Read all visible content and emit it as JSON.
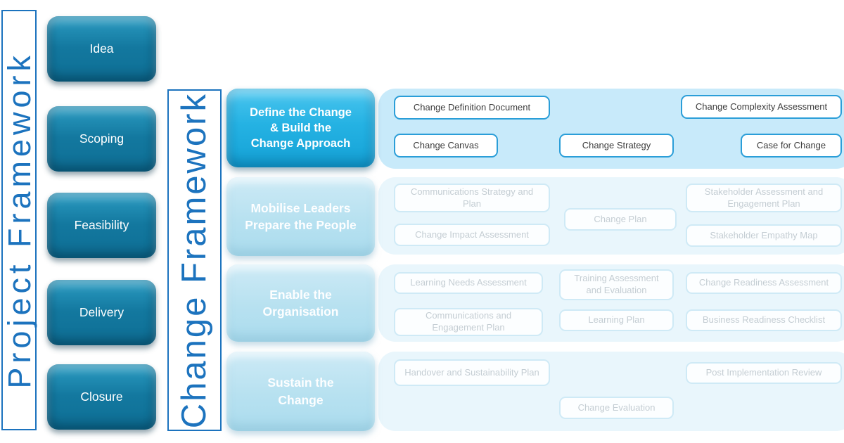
{
  "colors": {
    "frame_blue": "#1c73be",
    "stage_teal": "#13789f",
    "active_cyan": "#25b2e3",
    "faded_phase_blue": "#b7e1f0",
    "active_tray": "#c8eafa",
    "faded_tray": "#e9f6fc",
    "pill_border_active": "#2b9ed8",
    "pill_border_faded": "#cfeaf6",
    "pill_text_active": "#3c3c3c",
    "pill_text_faded": "#c4cdd3"
  },
  "project_framework": {
    "label": "Project Framework",
    "stages": [
      {
        "label": "Idea"
      },
      {
        "label": "Scoping"
      },
      {
        "label": "Feasibility"
      },
      {
        "label": "Delivery"
      },
      {
        "label": "Closure"
      }
    ]
  },
  "change_framework": {
    "label": "Change Framework",
    "rows": [
      {
        "phase": "Define the Change\n& Build the\nChange Approach",
        "state": "active",
        "deliverables": [
          {
            "label": "Change Definition Document"
          },
          {
            "label": "Change Canvas"
          },
          {
            "label": "Change Strategy"
          },
          {
            "label": "Change Complexity Assessment"
          },
          {
            "label": "Case for Change"
          }
        ]
      },
      {
        "phase": "Mobilise Leaders\nPrepare the People",
        "state": "inactive",
        "deliverables": [
          {
            "label": "Communications Strategy and Plan"
          },
          {
            "label": "Change Impact Assessment"
          },
          {
            "label": "Change Plan"
          },
          {
            "label": "Stakeholder Assessment and Engagement Plan"
          },
          {
            "label": "Stakeholder Empathy Map"
          }
        ]
      },
      {
        "phase": "Enable the\nOrganisation",
        "state": "inactive",
        "deliverables": [
          {
            "label": "Learning Needs Assessment"
          },
          {
            "label": "Communications and Engagement Plan"
          },
          {
            "label": "Training Assessment and Evaluation"
          },
          {
            "label": "Learning Plan"
          },
          {
            "label": "Change Readiness Assessment"
          },
          {
            "label": "Business Readiness Checklist"
          }
        ]
      },
      {
        "phase": "Sustain the\nChange",
        "state": "inactive",
        "deliverables": [
          {
            "label": "Handover and Sustainability Plan"
          },
          {
            "label": "Change Evaluation"
          },
          {
            "label": "Post Implementation Review"
          }
        ]
      }
    ]
  }
}
